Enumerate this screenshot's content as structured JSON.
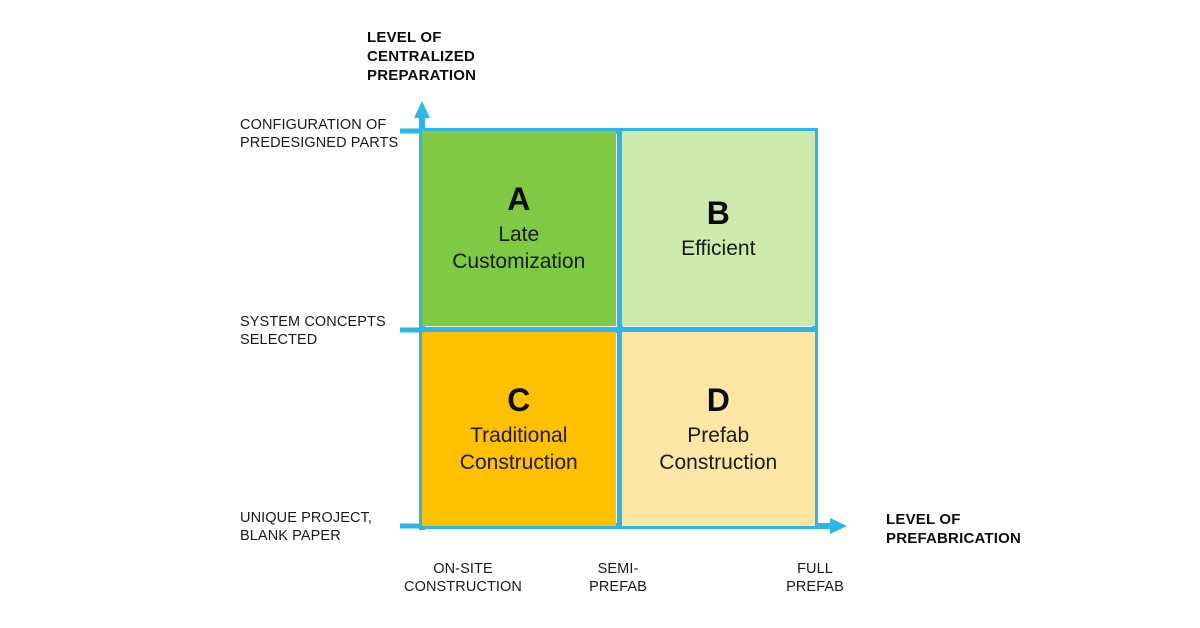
{
  "chart_data": {
    "type": "table",
    "title": "",
    "xlabel": "LEVEL OF PREFABRICATION",
    "ylabel": "LEVEL OF CENTRALIZED PREPARATION",
    "x_ticks": [
      "ON-SITE\nCONSTRUCTION",
      "SEMI-\nPREFAB",
      "FULL\nPREFAB"
    ],
    "y_ticks": [
      "CONFIGURATION OF\nPREDESIGNED PARTS",
      "SYSTEM CONCEPTS\nSELECTED",
      "UNIQUE PROJECT,\nBLANK PAPER"
    ],
    "grid": false,
    "legend": "none",
    "categories": [
      "A",
      "B",
      "C",
      "D"
    ],
    "cells": [
      {
        "letter": "A",
        "label": "Late\nCustomization",
        "x": "ON-SITE CONSTRUCTION",
        "y": "CONFIGURATION OF PREDESIGNED PARTS",
        "color": "#7FC943"
      },
      {
        "letter": "B",
        "label": "Efficient",
        "x": "FULL PREFAB",
        "y": "CONFIGURATION OF PREDESIGNED PARTS",
        "color": "#CDE9AC"
      },
      {
        "letter": "C",
        "label": "Traditional\nConstruction",
        "x": "ON-SITE CONSTRUCTION",
        "y": "UNIQUE PROJECT, BLANK PAPER",
        "color": "#FFC000"
      },
      {
        "letter": "D",
        "label": "Prefab\nConstruction",
        "x": "FULL PREFAB",
        "y": "UNIQUE PROJECT, BLANK PAPER",
        "color": "#FCE6A4"
      }
    ]
  },
  "axes": {
    "y_title": "LEVEL OF\nCENTRALIZED\nPREPARATION",
    "x_title": "LEVEL OF\nPREFABRICATION",
    "axis_color": "#29B6E8"
  },
  "y_ticks": {
    "top": "CONFIGURATION OF\nPREDESIGNED PARTS",
    "middle": "SYSTEM CONCEPTS\nSELECTED",
    "bottom": "UNIQUE PROJECT,\nBLANK PAPER"
  },
  "x_ticks": {
    "left": "ON-SITE\nCONSTRUCTION",
    "middle": "SEMI-\nPREFAB",
    "right": "FULL\nPREFAB"
  },
  "quadrants": {
    "a": {
      "letter": "A",
      "text": "Late\nCustomization",
      "color": "#7FC943"
    },
    "b": {
      "letter": "B",
      "text": "Efficient",
      "color": "#CDE9AC"
    },
    "c": {
      "letter": "C",
      "text": "Traditional\nConstruction",
      "color": "#FFC000"
    },
    "d": {
      "letter": "D",
      "text": "Prefab\nConstruction",
      "color": "#FCE6A4"
    }
  }
}
